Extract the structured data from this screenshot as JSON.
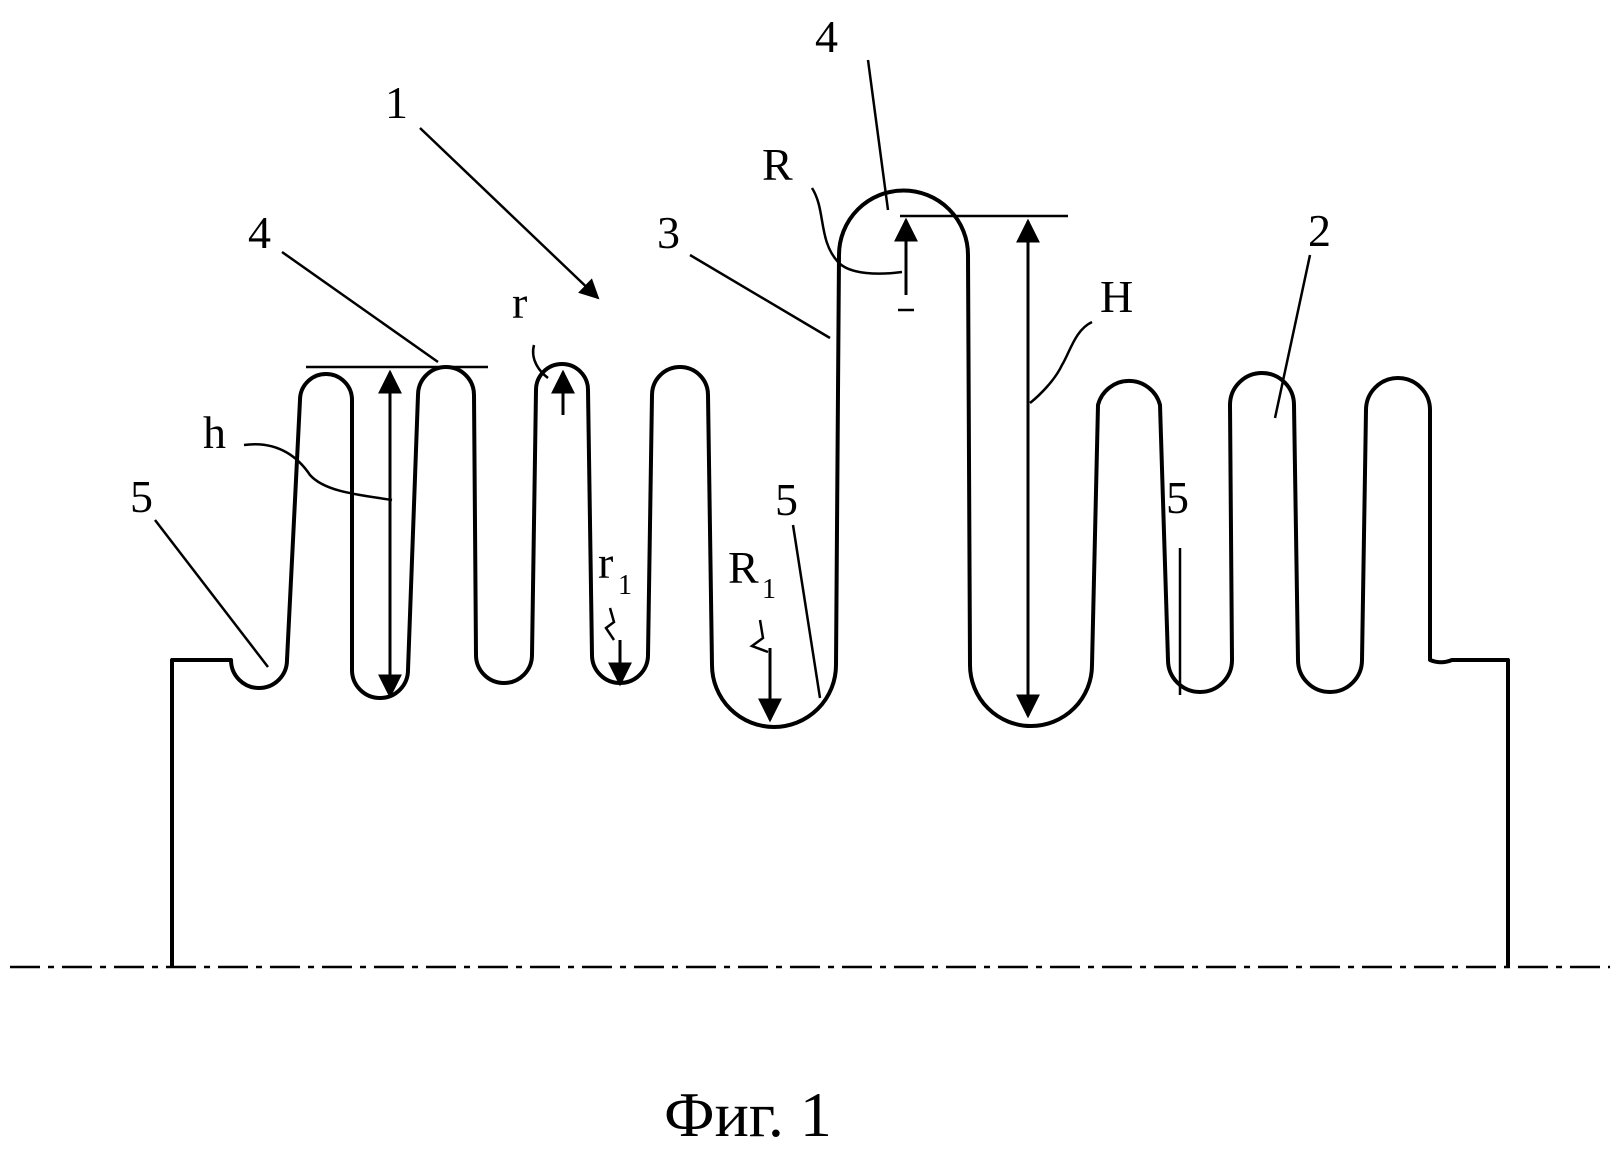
{
  "labels": {
    "assembly": "1",
    "small_corrugation": "2",
    "large_corrugation": "3",
    "crest_left": "4",
    "crest_right": "4",
    "root_left": "5",
    "root_mid": "5",
    "root_right": "5",
    "height_small": "h",
    "height_large": "H",
    "radius_small_crest": "r",
    "radius_small_root": "r",
    "radius_small_root_sub": "1",
    "radius_large_crest": "R",
    "radius_large_root": "R",
    "radius_large_root_sub": "1"
  },
  "caption": "Фиг. 1"
}
